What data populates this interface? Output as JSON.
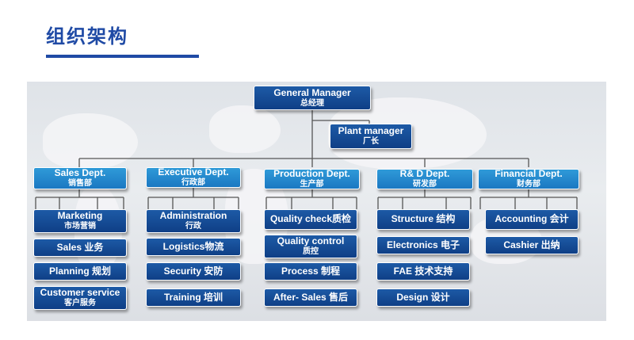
{
  "page": {
    "title": "组织架构"
  },
  "general_manager": {
    "en": "General Manager",
    "zh": "总经理"
  },
  "plant_manager": {
    "en": "Plant manager",
    "zh": "厂长"
  },
  "departments": [
    {
      "en": "Sales Dept.",
      "zh": "销售部",
      "units": [
        {
          "en": "Marketing",
          "zh": "市场营销"
        },
        {
          "en": "Sales 业务",
          "zh": ""
        },
        {
          "en": "Planning 规划",
          "zh": ""
        },
        {
          "en": "Customer service",
          "zh": "客户服务"
        }
      ]
    },
    {
      "en": "Executive Dept.",
      "zh": "行政部",
      "units": [
        {
          "en": "Administration",
          "zh": "行政"
        },
        {
          "en": "Logistics物流",
          "zh": ""
        },
        {
          "en": "Security 安防",
          "zh": ""
        },
        {
          "en": "Training 培训",
          "zh": ""
        }
      ]
    },
    {
      "en": "Production Dept.",
      "zh": "生产部",
      "units": [
        {
          "en": "Quality check质检",
          "zh": ""
        },
        {
          "en": "Quality control",
          "zh": "质控"
        },
        {
          "en": "Process 制程",
          "zh": ""
        },
        {
          "en": "After- Sales 售后",
          "zh": ""
        }
      ]
    },
    {
      "en": "R& D Dept.",
      "zh": "研发部",
      "units": [
        {
          "en": "Structure 结构",
          "zh": ""
        },
        {
          "en": "Electronics 电子",
          "zh": ""
        },
        {
          "en": "FAE 技术支持",
          "zh": ""
        },
        {
          "en": "Design 设计",
          "zh": ""
        }
      ]
    },
    {
      "en": "Financial Dept.",
      "zh": "财务部",
      "units": [
        {
          "en": "Accounting 会计",
          "zh": ""
        },
        {
          "en": "Cashier 出纳",
          "zh": ""
        }
      ]
    }
  ],
  "colors": {
    "title": "#1f4aa5",
    "box": "#134a94",
    "dept": "#2589cd",
    "connector": "#555555"
  }
}
